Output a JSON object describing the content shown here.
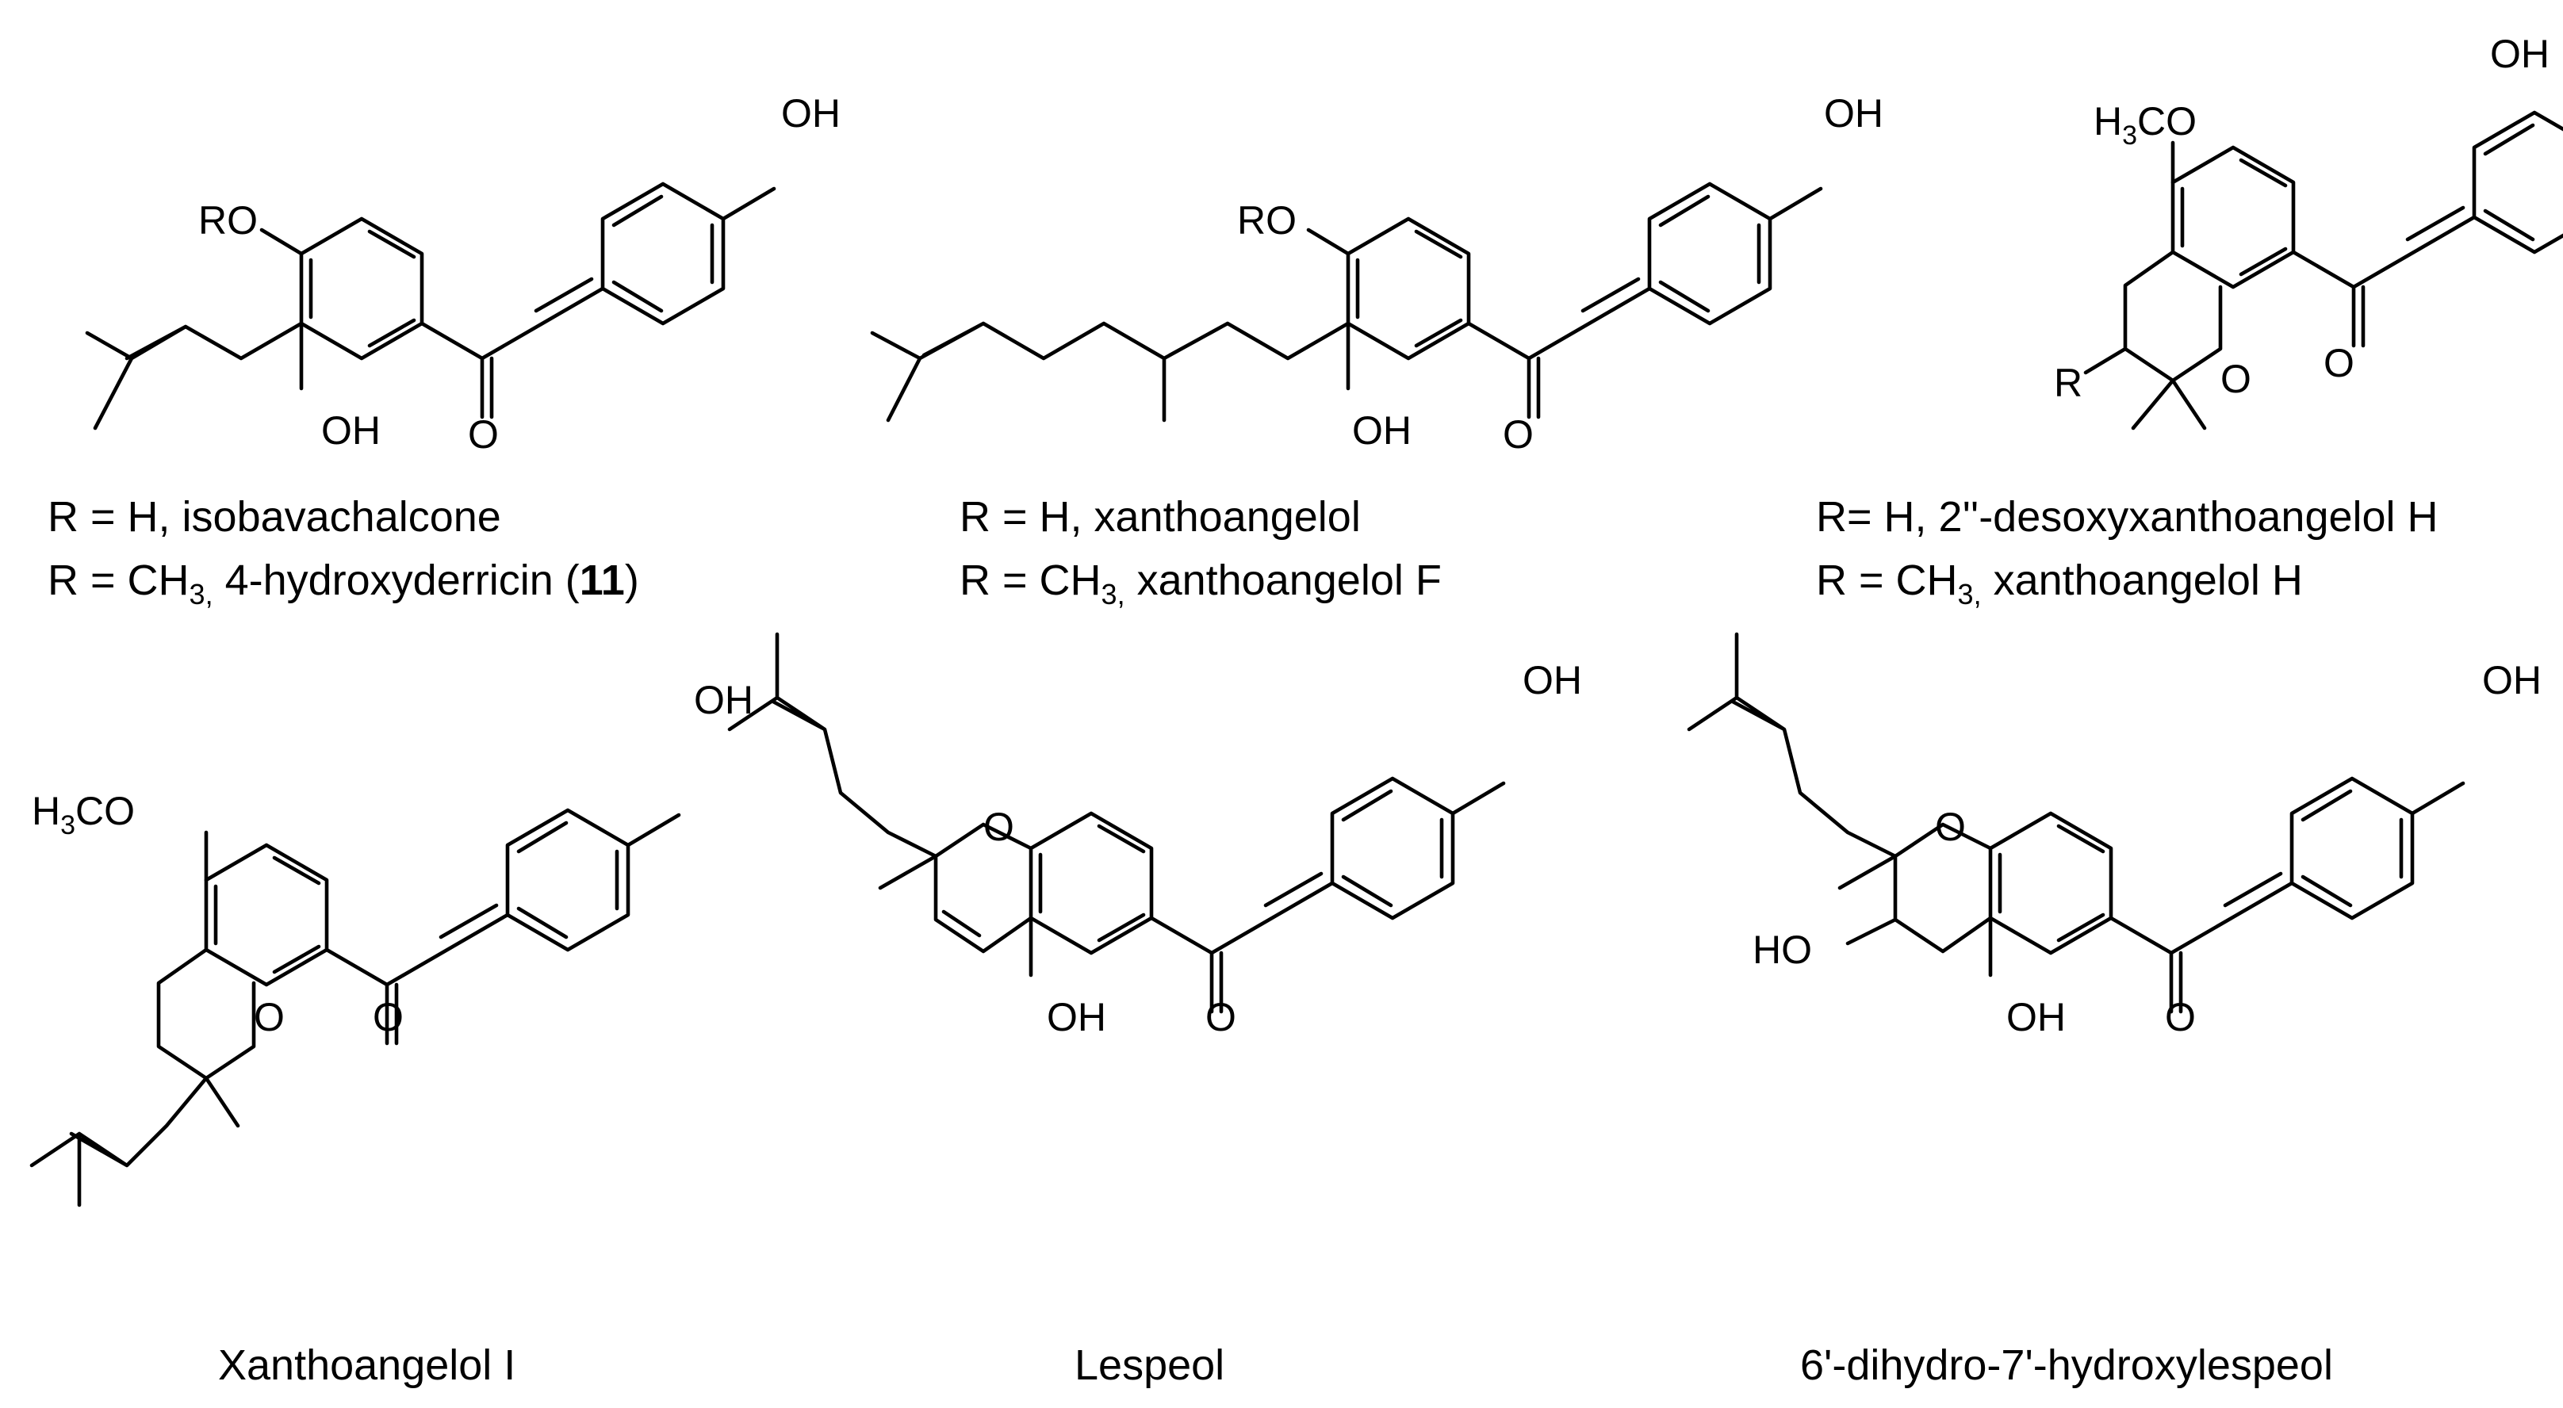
{
  "atoms": {
    "oh": "OH",
    "ro": "RO",
    "r": "R",
    "o": "O",
    "ho": "HO",
    "h3co_h3": "H",
    "h3co_sub": "3",
    "h3co_co": "CO"
  },
  "captions": {
    "c1_l1": "R = H, isobavachalcone",
    "c1_l2_pre": "R = CH",
    "c1_l2_sub": "3,",
    "c1_l2_mid": " 4-hydroxyderricin (",
    "c1_l2_bold": "11",
    "c1_l2_post": ")",
    "c2_l1": "R = H, xanthoangelol",
    "c2_l2_pre": "R = CH",
    "c2_l2_sub": "3,",
    "c2_l2_post": " xanthoangelol F",
    "c3_l1": "R= H, 2''-desoxyxanthoangelol H",
    "c3_l2_pre": "R = CH",
    "c3_l2_sub": "3,",
    "c3_l2_post": " xanthoangelol H",
    "c4": "Xanthoangelol I",
    "c5": "Lespeol",
    "c6": "6'-dihydro-7'-hydroxylespeol"
  }
}
